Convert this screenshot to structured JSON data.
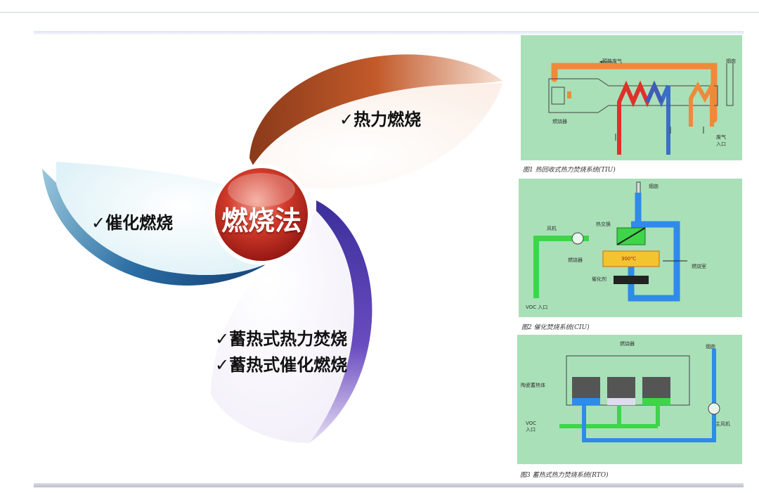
{
  "center": {
    "label": "燃烧法"
  },
  "methods": [
    {
      "label": "✓热力燃烧"
    },
    {
      "label": "✓催化燃烧"
    },
    {
      "label": "✓蓄热式热力焚烧"
    },
    {
      "label": "✓蓄热式催化燃烧"
    }
  ],
  "figures": [
    {
      "caption": "图1  热回收式热力焚烧系统(TIU)",
      "labels": {
        "preheat": "预热废气",
        "stack": "烟囱",
        "burner": "燃烧器",
        "exhaust_in": "废气\n入口"
      }
    },
    {
      "caption": "图2  催化焚烧系统(CIU)",
      "labels": {
        "stack": "烟囱",
        "fan": "风机",
        "hx": "热交换",
        "burner": "燃烧器",
        "temp": "300℃",
        "chamber": "燃烧室",
        "catalyst": "催化剂",
        "voc_in": "VOC 入口"
      }
    },
    {
      "caption": "图3  蓄热式热力焚烧系统(RTO)",
      "labels": {
        "burner": "燃烧器",
        "stack": "烟囱",
        "ceramic": "陶瓷蓄热体",
        "voc_in": "VOC\n入口",
        "main_fan": "主风机"
      }
    }
  ]
}
